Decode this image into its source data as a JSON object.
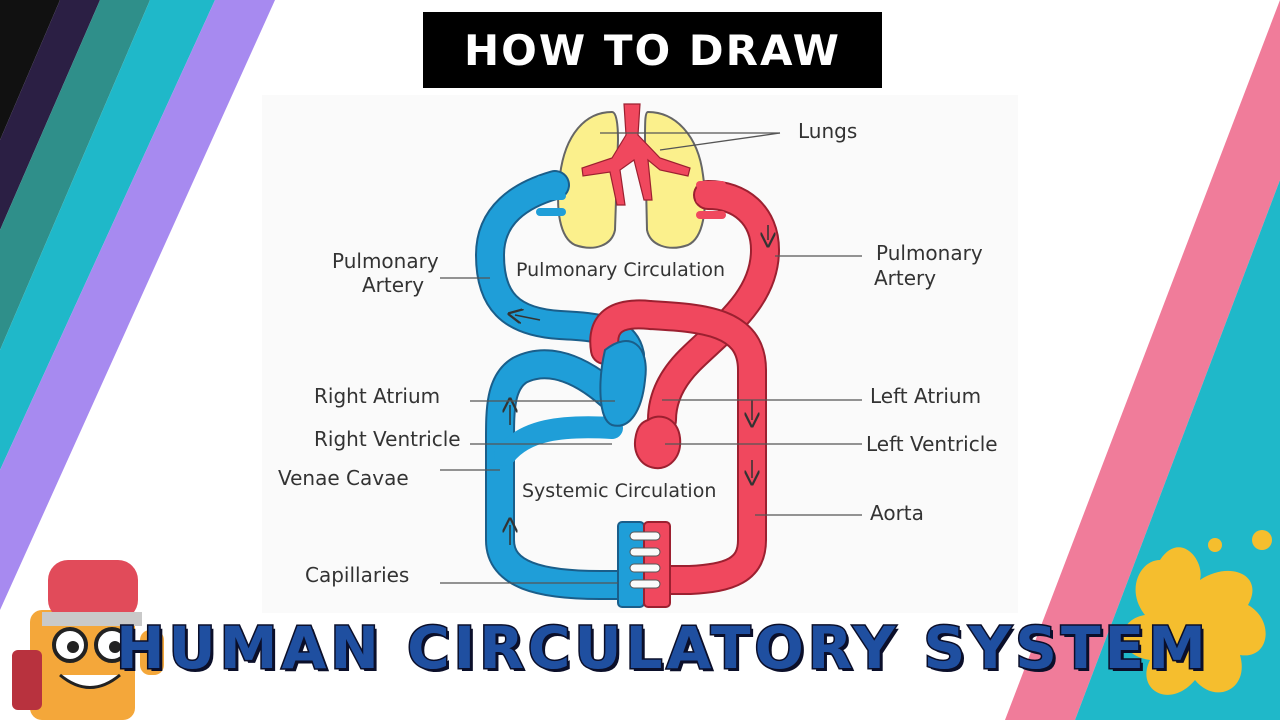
{
  "header": {
    "title": "HOW TO DRAW"
  },
  "footer": {
    "title": "HUMAN CIRCULATORY SYSTEM"
  },
  "diagram": {
    "labels": {
      "lungs": "Lungs",
      "pulmonary_artery_left_1": "Pulmonary",
      "pulmonary_artery_left_2": "Artery",
      "pulmonary_artery_right_1": "Pulmonary",
      "pulmonary_artery_right_2": "Artery",
      "pulmonary_circulation": "Pulmonary Circulation",
      "right_atrium": "Right Atrium",
      "right_ventricle": "Right Ventricle",
      "venae_cavae": "Venae Cavae",
      "systemic_circulation": "Systemic Circulation",
      "capillaries": "Capillaries",
      "left_atrium": "Left Atrium",
      "left_ventricle": "Left Ventricle",
      "aorta": "Aorta"
    }
  },
  "colors": {
    "oxygenated": "#f0485e",
    "deoxygenated": "#1f9ed8",
    "lungs": "#fbf08c",
    "title_blue": "#1f4fa0"
  }
}
